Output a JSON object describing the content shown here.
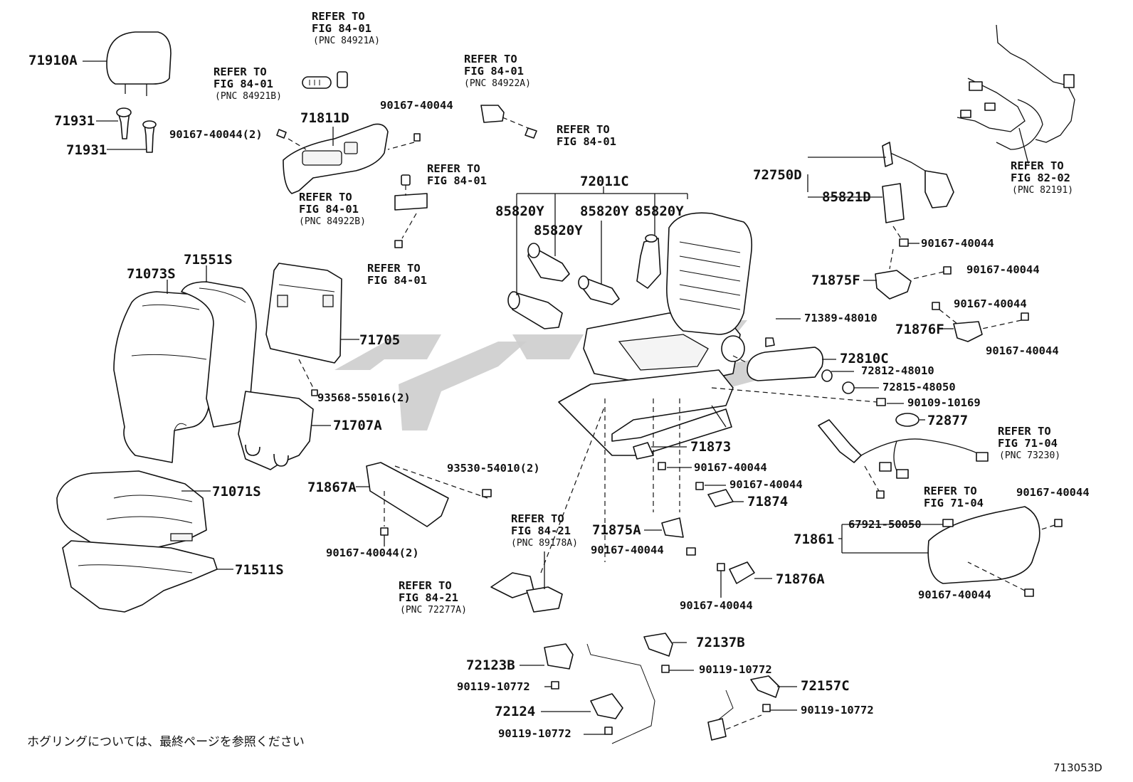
{
  "labels": {
    "hr_71910a": "71910A",
    "hr_71931a": "71931",
    "hr_71931b": "71931",
    "ref_84921a_l1": "REFER TO",
    "ref_84921a_l2": "FIG 84-01",
    "ref_84921a_l3": "(PNC 84921A)",
    "ref_84921b_l1": "REFER TO",
    "ref_84921b_l2": "FIG 84-01",
    "ref_84921b_l3": "(PNC 84921B)",
    "p_71811d": "71811D",
    "b_90167_2": "90167-40044(2)",
    "b_90167_top": "90167-40044",
    "ref_84922a_l1": "REFER TO",
    "ref_84922a_l2": "FIG 84-01",
    "ref_84922a_l3": "(PNC 84922A)",
    "ref_8401_a_l1": "REFER TO",
    "ref_8401_a_l2": "FIG 84-01",
    "ref_8401_b_l1": "REFER TO",
    "ref_8401_b_l2": "FIG 84-01",
    "ref_84922b_l1": "REFER TO",
    "ref_84922b_l2": "FIG 84-01",
    "ref_84922b_l3": "(PNC 84922B)",
    "ref_8401_c_l1": "REFER TO",
    "ref_8401_c_l2": "FIG 84-01",
    "p_72011c": "72011C",
    "p_85820y_a": "85820Y",
    "p_85820y_b": "85820Y",
    "p_85820y_c": "85820Y",
    "p_85820y_d": "85820Y",
    "p_72750d": "72750D",
    "p_85821d": "85821D",
    "ref_8202_l1": "REFER TO",
    "ref_8202_l2": "FIG 82-02",
    "ref_8202_l3": "(PNC 82191)",
    "b_90167_r1": "90167-40044",
    "b_90167_r2": "90167-40044",
    "p_71875f": "71875F",
    "b_90167_r3": "90167-40044",
    "p_71876f": "71876F",
    "b_90167_r4": "90167-40044",
    "p_71389": "71389-48010",
    "p_72810c": "72810C",
    "p_72812": "72812-48010",
    "p_72815": "72815-48050",
    "b_90109": "90109-10169",
    "p_72877": "72877",
    "ref_7104a_l1": "REFER TO",
    "ref_7104a_l2": "FIG 71-04",
    "ref_7104a_l3": "(PNC 73230)",
    "ref_7104b_l1": "REFER TO",
    "ref_7104b_l2": "FIG 71-04",
    "p_71551s": "71551S",
    "p_71073s": "71073S",
    "p_71705": "71705",
    "b_93568": "93568-55016(2)",
    "p_71707a": "71707A",
    "p_71071s": "71071S",
    "p_71511s": "71511S",
    "p_71867a": "71867A",
    "b_93530": "93530-54010(2)",
    "b_90167_2b": "90167-40044(2)",
    "p_71873": "71873",
    "b_90167_m1": "90167-40044",
    "b_90167_m2": "90167-40044",
    "p_71874": "71874",
    "ref_8421a_l1": "REFER TO",
    "ref_8421a_l2": "FIG 84-21",
    "ref_8421a_l3": "(PNC 89178A)",
    "p_71875a": "71875A",
    "b_90167_m3": "90167-40044",
    "p_71876a": "71876A",
    "b_90167_m4": "90167-40044",
    "ref_8421b_l1": "REFER TO",
    "ref_8421b_l2": "FIG 84-21",
    "ref_8421b_l3": "(PNC 72277A)",
    "p_71861": "71861",
    "p_67921": "67921-50050",
    "b_90167_r5": "90167-40044",
    "b_90167_r6": "90167-40044",
    "p_72137b": "72137B",
    "p_72123b": "72123B",
    "b_90119_a": "90119-10772",
    "b_90119_b": "90119-10772",
    "p_72157c": "72157C",
    "p_72124": "72124",
    "b_90119_c": "90119-10772",
    "b_90119_d": "90119-10772"
  },
  "footer": {
    "note": "ホグリングについては、最終ページを参照ください",
    "figure_code": "713053D"
  }
}
